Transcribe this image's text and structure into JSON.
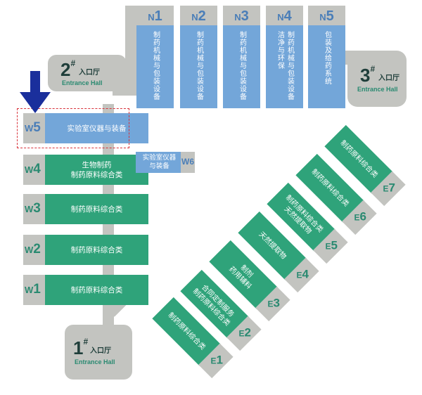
{
  "colors": {
    "teal_hall": "#2fa37a",
    "blue_hall": "#73a6d9",
    "gray_corridor": "#c3c4c0",
    "highlight_dash": "#d8323a",
    "arrow": "#1a2f9c"
  },
  "entrances": [
    {
      "num": "1",
      "sup": "#",
      "cn": "入口厅",
      "en": "Entrance Hall"
    },
    {
      "num": "2",
      "sup": "#",
      "cn": "入口厅",
      "en": "Entrance Hall"
    },
    {
      "num": "3",
      "sup": "#",
      "cn": "入口厅",
      "en": "Entrance Hall"
    }
  ],
  "north_halls": [
    {
      "letter": "N",
      "num": "1",
      "lines": [
        "制药机械与包装设备"
      ]
    },
    {
      "letter": "N",
      "num": "2",
      "lines": [
        "制药机械与包装设备"
      ]
    },
    {
      "letter": "N",
      "num": "3",
      "lines": [
        "制药机械与包装设备"
      ]
    },
    {
      "letter": "N",
      "num": "4",
      "lines": [
        "制药机械与包装设备",
        "洁净与环保"
      ]
    },
    {
      "letter": "N",
      "num": "5",
      "lines": [
        "包装及给药系统"
      ]
    }
  ],
  "west_halls": [
    {
      "letter": "W",
      "num": "5",
      "label": "实验室仪器与装备",
      "highlight": true
    },
    {
      "letter": "W",
      "num": "4",
      "label": "生物制药\n制药原料综合类"
    },
    {
      "letter": "W",
      "num": "3",
      "label": "制药原料综合类"
    },
    {
      "letter": "W",
      "num": "2",
      "label": "制药原料综合类"
    },
    {
      "letter": "W",
      "num": "1",
      "label": "制药原料综合类"
    }
  ],
  "w6": {
    "code": "W6",
    "label": "实验室仪器\n与装备"
  },
  "east_halls": [
    {
      "letter": "E",
      "num": "1",
      "label": "制药原料综合类"
    },
    {
      "letter": "E",
      "num": "2",
      "label": "合同定制服务\n制药原料综合类"
    },
    {
      "letter": "E",
      "num": "3",
      "label": "制剂\n药用辅料"
    },
    {
      "letter": "E",
      "num": "4",
      "label": "天然提取物"
    },
    {
      "letter": "E",
      "num": "5",
      "label": "制药原料综合类\n天然提取物"
    },
    {
      "letter": "E",
      "num": "6",
      "label": "制药原料综合类"
    },
    {
      "letter": "E",
      "num": "7",
      "label": "制药原料综合类"
    }
  ]
}
